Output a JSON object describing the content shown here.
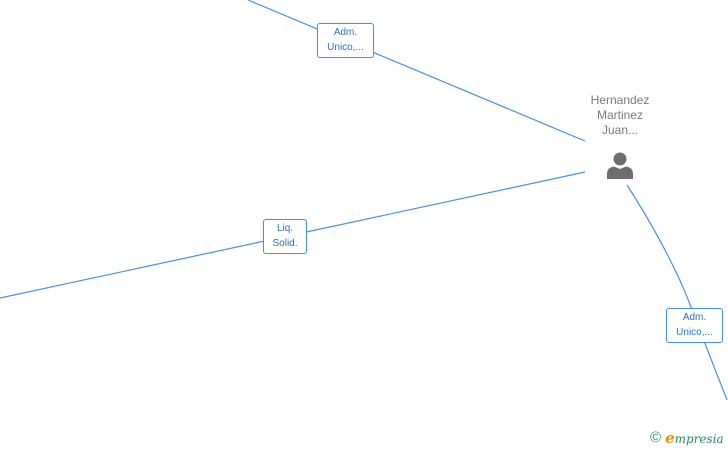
{
  "colors": {
    "edge": "#4a90e2",
    "label_text": "#2f6fc4",
    "node_text": "#7a7a7a",
    "node_icon": "#6e6e6e",
    "brand_green": "#2a8a6e",
    "brand_orange": "#f08c00"
  },
  "node": {
    "name_lines": [
      "Hernandez",
      "Martinez",
      "Juan..."
    ],
    "icon": "person-icon"
  },
  "edges": [
    {
      "id": "top",
      "label_lines": [
        "Adm.",
        "Unico,..."
      ]
    },
    {
      "id": "left",
      "label_lines": [
        "Liq.",
        "Solid."
      ]
    },
    {
      "id": "bottom-right",
      "label_lines": [
        "Adm.",
        "Unico,..."
      ]
    }
  ],
  "footer": {
    "copyright_symbol": "©",
    "brand_first": "e",
    "brand_rest": "mpresia"
  }
}
